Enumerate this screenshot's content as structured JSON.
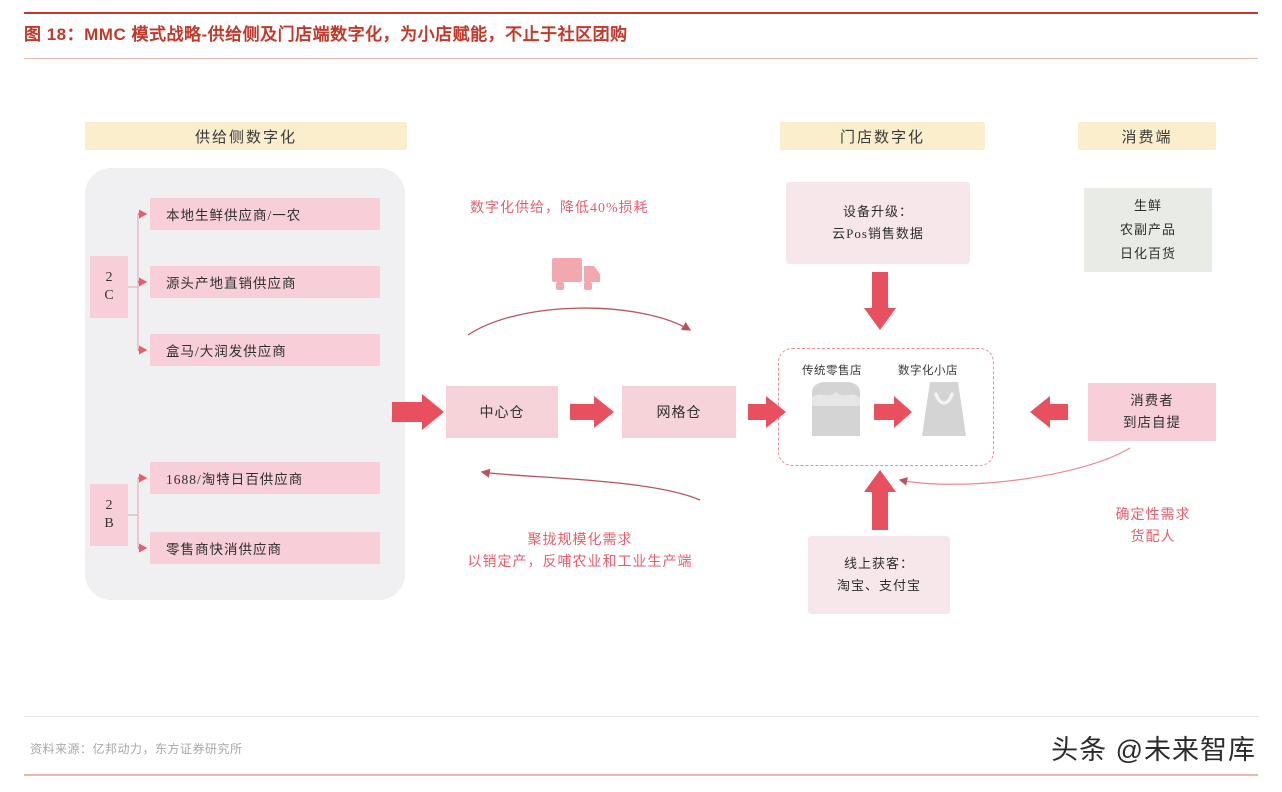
{
  "title": "图 18：MMC 模式战略-供给侧及门店端数字化，为小店赋能，不止于社区团购",
  "columns": {
    "supply": "供给侧数字化",
    "store": "门店数字化",
    "consumer": "消费端"
  },
  "segments": {
    "to_c": {
      "line1": "2",
      "line2": "C"
    },
    "to_b": {
      "line1": "2",
      "line2": "B"
    }
  },
  "suppliers_2c": [
    "本地生鲜供应商/一农",
    "源头产地直销供应商",
    "盒马/大润发供应商"
  ],
  "suppliers_2b": [
    "1688/淘特日百供应商",
    "零售商快消供应商"
  ],
  "warehouses": {
    "central": "中心仓",
    "grid": "网格仓"
  },
  "annotations": {
    "top_center": "数字化供给，降低40%损耗",
    "bottom_center_line1": "聚拢规模化需求",
    "bottom_center_line2": "以销定产，反哺农业和工业生产端",
    "bottom_right_line1": "确定性需求",
    "bottom_right_line2": "货配人"
  },
  "store_side": {
    "equipment_line1": "设备升级：",
    "equipment_line2": "云Pos销售数据",
    "traditional_store_label": "传统零售店",
    "digital_store_label": "数字化小店",
    "online_line1": "线上获客：",
    "online_line2": "淘宝、支付宝"
  },
  "consumer_side": {
    "categories_line1": "生鲜",
    "categories_line2": "农副产品",
    "categories_line3": "日化百货",
    "consumer_line1": "消费者",
    "consumer_line2": "到店自提"
  },
  "icons": {
    "truck": "truck-icon",
    "traditional_store": "storefront-icon",
    "digital_store": "shopping-bag-icon"
  },
  "footer": {
    "source": "资料来源：亿邦动力，东方证券研究所",
    "watermark": "头条 @未来智库"
  },
  "colors": {
    "title_red": "#c0392b",
    "accent_red": "#e8505f",
    "chip_pink": "#f8cfd8",
    "banner_beige": "#fbeecd",
    "panel_grey": "#f0eff1",
    "annotation_red": "#e4606d"
  }
}
